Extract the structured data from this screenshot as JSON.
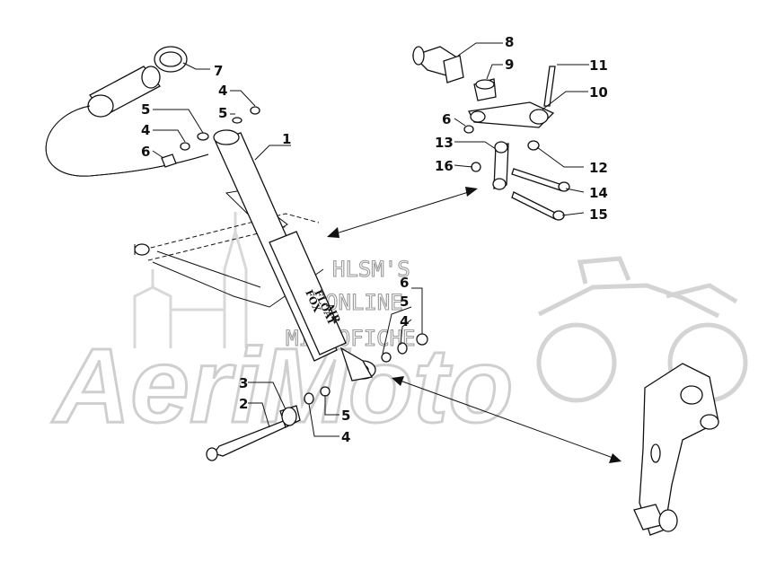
{
  "watermark": {
    "brand": "AeriMoto",
    "lines": [
      "HLSM'S",
      "ONLINE",
      "MICROFICHE"
    ]
  },
  "shock_label": {
    "brand": "FOX",
    "model": "FLOAT",
    "suffix": "AIR"
  },
  "callouts": [
    {
      "id": "c1",
      "text": "1"
    },
    {
      "id": "c2",
      "text": "2"
    },
    {
      "id": "c3",
      "text": "3"
    },
    {
      "id": "c4a",
      "text": "4"
    },
    {
      "id": "c4b",
      "text": "4"
    },
    {
      "id": "c4c",
      "text": "4"
    },
    {
      "id": "c4d",
      "text": "4"
    },
    {
      "id": "c5a",
      "text": "5"
    },
    {
      "id": "c5b",
      "text": "5"
    },
    {
      "id": "c5c",
      "text": "5"
    },
    {
      "id": "c5d",
      "text": "5"
    },
    {
      "id": "c6a",
      "text": "6"
    },
    {
      "id": "c6b",
      "text": "6"
    },
    {
      "id": "c6c",
      "text": "6"
    },
    {
      "id": "c7",
      "text": "7"
    },
    {
      "id": "c8",
      "text": "8"
    },
    {
      "id": "c9",
      "text": "9"
    },
    {
      "id": "c10",
      "text": "10"
    },
    {
      "id": "c11",
      "text": "11"
    },
    {
      "id": "c12",
      "text": "12"
    },
    {
      "id": "c13",
      "text": "13"
    },
    {
      "id": "c14",
      "text": "14"
    },
    {
      "id": "c15",
      "text": "15"
    },
    {
      "id": "c16",
      "text": "16"
    }
  ]
}
